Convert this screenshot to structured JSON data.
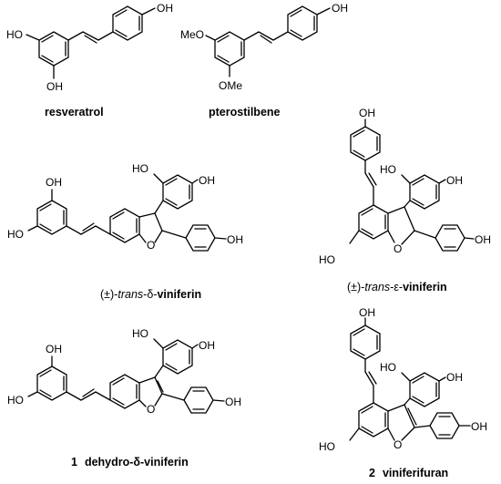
{
  "atoms": {
    "oh": "OH",
    "ho": "HO",
    "ome": "OMe",
    "meo": "MeO",
    "o": "O"
  },
  "labels": {
    "resveratrol": "resveratrol",
    "pterostilbene": "pterostilbene",
    "viniferin_delta_prefix": "(±)-",
    "viniferin_delta_trans": "trans",
    "viniferin_delta_dash": "-δ-",
    "viniferin_delta_name": "viniferin",
    "viniferin_eps_prefix": "(±)-",
    "viniferin_eps_trans": "trans",
    "viniferin_eps_dash": "-ε-",
    "viniferin_eps_name": "viniferin",
    "cmpd1_number": "1",
    "cmpd1_name": "dehydro-δ-viniferin",
    "cmpd2_number": "2",
    "cmpd2_name": "viniferifuran"
  }
}
